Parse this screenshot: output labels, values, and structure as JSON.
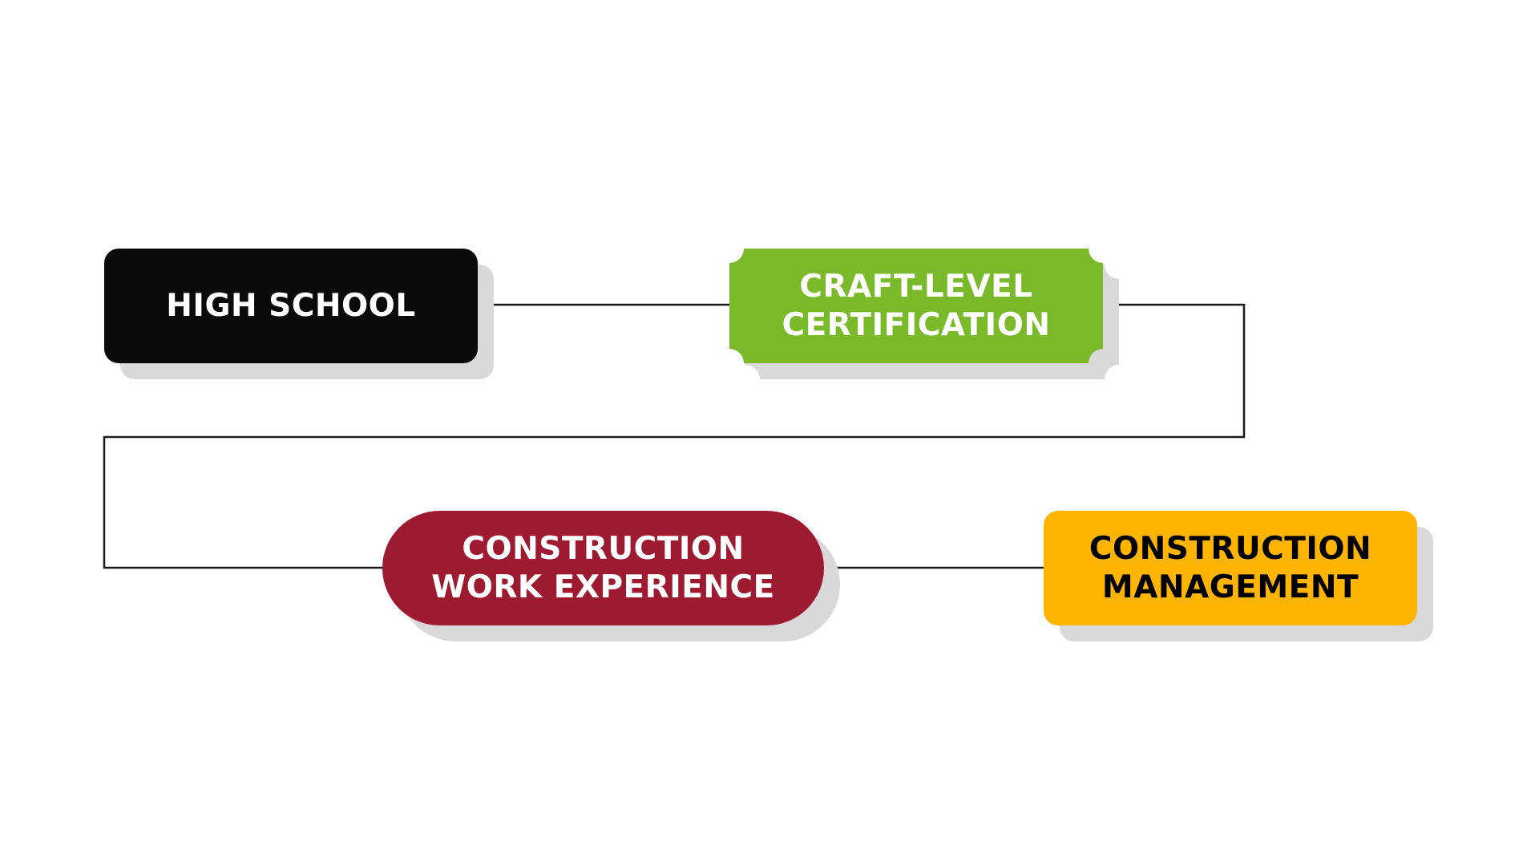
{
  "diagram": {
    "colors": {
      "background": "#ffffff",
      "connector": "#1a1a1a",
      "shadow": "#d9d9d9",
      "high_school": "#0a0a0a",
      "craft_level": "#7ab929",
      "work_experience": "#9e1a31",
      "management": "#ffb400"
    },
    "nodes": [
      {
        "id": "high-school",
        "label": "HIGH SCHOOL"
      },
      {
        "id": "craft-level-certification",
        "label": "CRAFT-LEVEL\nCERTIFICATION"
      },
      {
        "id": "construction-work-experience",
        "label": "CONSTRUCTION\nWORK EXPERIENCE"
      },
      {
        "id": "construction-management",
        "label": "CONSTRUCTION\nMANAGEMENT"
      }
    ],
    "edges": [
      {
        "from": "high-school",
        "to": "craft-level-certification"
      },
      {
        "from": "craft-level-certification",
        "to": "construction-work-experience"
      },
      {
        "from": "construction-work-experience",
        "to": "construction-management"
      }
    ]
  }
}
